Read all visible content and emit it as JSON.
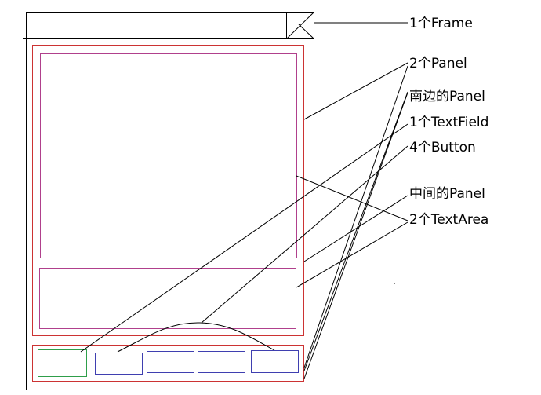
{
  "labels": {
    "frame": "1个Frame",
    "two_panels": "2个Panel",
    "south_panel": "南边的Panel",
    "textfield": "1个TextField",
    "buttons": "4个Button",
    "center_panel": "中间的Panel",
    "textareas": "2个TextArea"
  },
  "colors": {
    "outline": "#000000",
    "panel": "#cc3333",
    "textarea": "#b0408c",
    "textfield": "#2e9e4a",
    "button": "#3f3fb0"
  }
}
